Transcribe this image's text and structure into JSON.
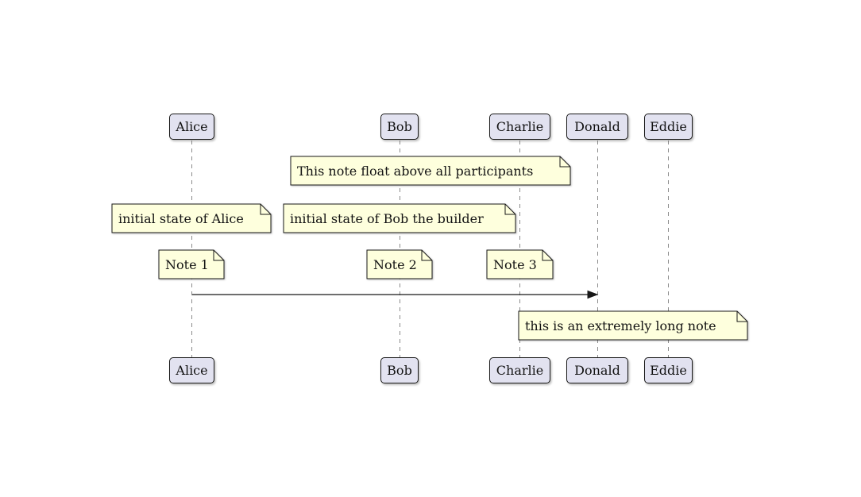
{
  "diagram_type": "uml-sequence-diagram",
  "colors": {
    "background": "#FFFFFF",
    "participant_fill": "#E2E2F0",
    "participant_border": "#181818",
    "note_fill": "#FEFFDD",
    "note_border": "#181818",
    "lifeline": "#8B8B8B",
    "arrow": "#181818",
    "text": "#131313"
  },
  "participants": [
    {
      "label": "Alice"
    },
    {
      "label": "Bob"
    },
    {
      "label": "Charlie"
    },
    {
      "label": "Donald"
    },
    {
      "label": "Eddie"
    }
  ],
  "notes": [
    {
      "text": "This note float above all participants",
      "position": "floating above participants"
    },
    {
      "text": "initial state of Alice",
      "position": "over Alice"
    },
    {
      "text": "initial state of Bob the builder",
      "position": "over Bob"
    },
    {
      "text": "Note 1",
      "position": "over Alice"
    },
    {
      "text": "Note 2",
      "position": "over Bob"
    },
    {
      "text": "Note 3",
      "position": "over Charlie"
    },
    {
      "text": "this is an extremely long note",
      "position": "right of Charlie"
    }
  ],
  "messages": [
    {
      "from": "Alice",
      "to": "Donald",
      "label": ""
    }
  ]
}
